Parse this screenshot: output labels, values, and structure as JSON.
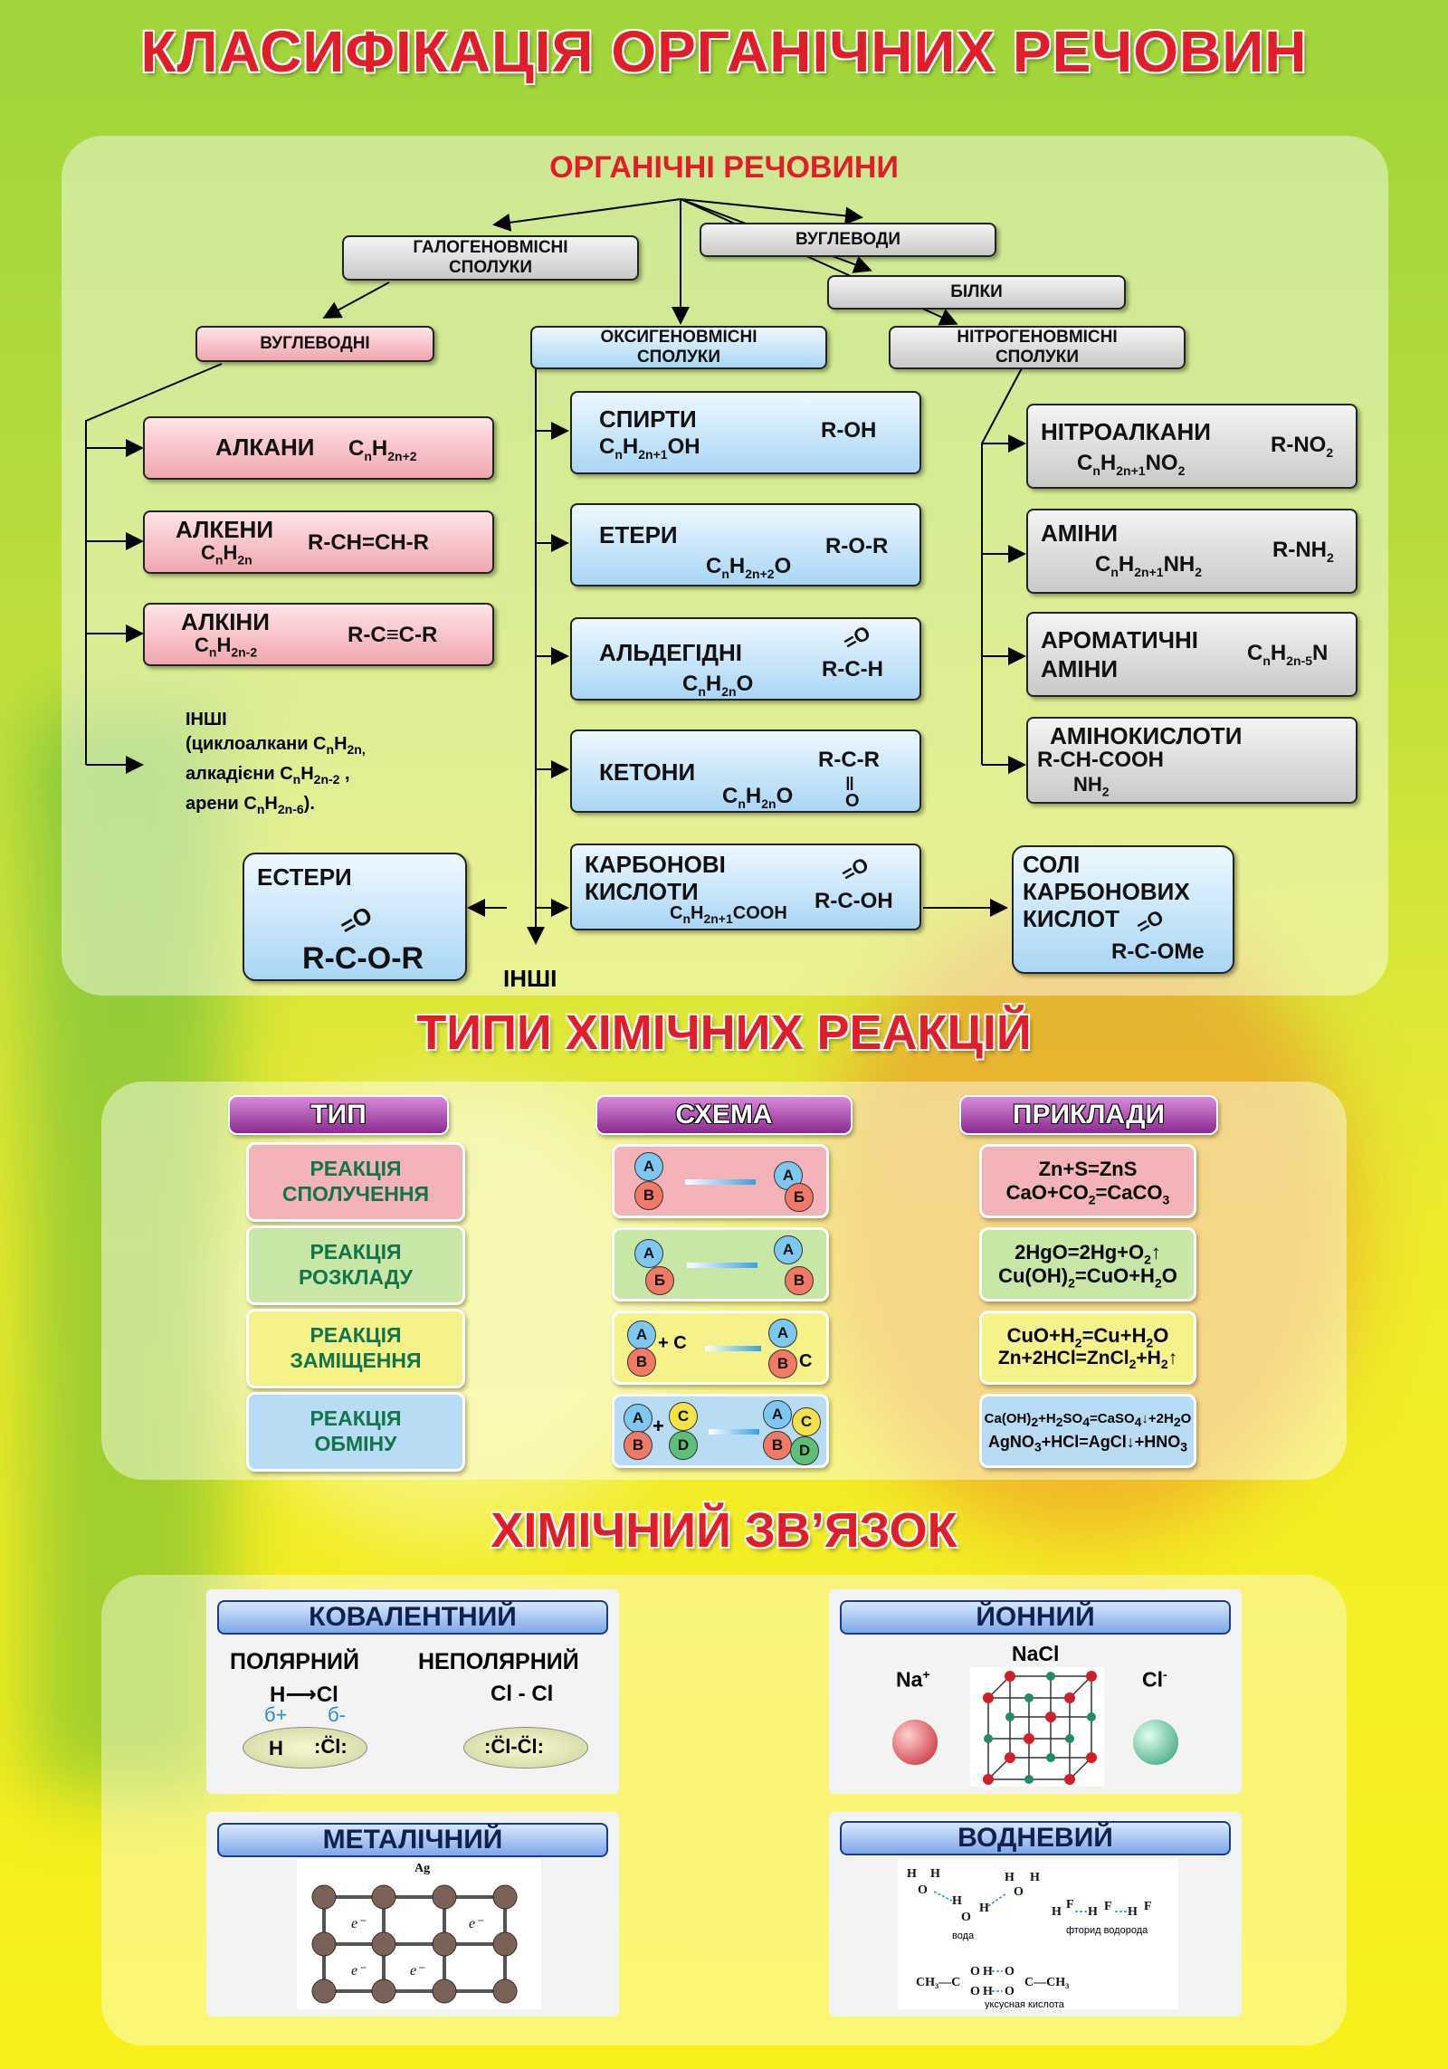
{
  "title": "КЛАСИФІКАЦІЯ ОРГАНІЧНИХ РЕЧОВИН",
  "classification": {
    "root": "ОРГАНІЧНІ РЕЧОВИНИ",
    "halogen": "ГАЛОГЕНОВМІСНІ СПОЛУКИ",
    "carbohydrates": "ВУГЛЕВОДИ",
    "proteins": "БІЛКИ",
    "hydrocarbons": "ВУГЛЕВОДНІ",
    "oxygen": "ОКСИГЕНОВМІСНІ СПОЛУКИ",
    "nitrogen": "НІТРОГЕНОВМІСНІ СПОЛУКИ",
    "alkanes": "АЛКАНИ",
    "alkenes": "АЛКЕНИ",
    "alkenes_formula": "R-CH=CH-R",
    "alkynes": "АЛКІНИ",
    "alkynes_formula": "R-C≡C-R",
    "others_title": "ІНШІ",
    "others_l1": "(циклоалкани C",
    "others_l2": "алкадієни C",
    "others_l3": "арени C",
    "alcohols": "СПИРТИ",
    "alcohols_formula": "R-OH",
    "ethers": "ЕТЕРИ",
    "ethers_formula": "R-O-R",
    "aldehydes": "АЛЬДЕГІДНІ",
    "aldehydes_formula": "R-C-H",
    "ketones": "КЕТОНИ",
    "ketones_formula": "R-C-R",
    "acids_l1": "КАРБОНОВІ",
    "acids_l2": "КИСЛОТИ",
    "acids_formula": "R-C-OH",
    "esters": "ЕСТЕРИ",
    "esters_formula": "R-C-O-R",
    "salts_l1": "СОЛІ",
    "salts_l2": "КАРБОНОВИХ",
    "salts_l3": "КИСЛОТ",
    "salts_formula": "R-C-OMe",
    "others_bottom": "ІНШІ",
    "nitroalkanes": "НІТРОАЛКАНИ",
    "nitroalkanes_formula": "R-NO",
    "amines": "АМІНИ",
    "amines_formula": "R-NH",
    "arom_l1": "АРОМАТИЧНІ",
    "arom_l2": "АМІНИ",
    "amino_l1": "АМІНОКИСЛОТИ",
    "amino_l2": "R-CH-COOH"
  },
  "reactions": {
    "title": "ТИПИ ХІМІЧНИХ РЕАКЦІЙ",
    "col_type": "ТИП",
    "col_scheme": "СХЕМА",
    "col_examples": "ПРИКЛАДИ",
    "rows": [
      {
        "type": "РЕАКЦІЯ СПОЛУЧЕННЯ",
        "color": "#f3b3b8"
      },
      {
        "type": "РЕАКЦІЯ РОЗКЛАДУ",
        "color": "#c8e6a6"
      },
      {
        "type": "РЕАКЦІЯ ЗАМІЩЕННЯ",
        "color": "#f6f28a"
      },
      {
        "type": "РЕАКЦІЯ ОБМІНУ",
        "color": "#b7dcf3"
      }
    ],
    "ex1a": "Zn+S=ZnS",
    "ex2b": "Cu(OH)",
    "ex4b": "AgNO"
  },
  "bonds": {
    "title": "ХІМІЧНИЙ ЗВ’ЯЗОК",
    "covalent": "КОВАЛЕНТНИЙ",
    "polar": "ПОЛЯРНИЙ",
    "nonpolar": "НЕПОЛЯРНИЙ",
    "hcl": "H⟶Cl",
    "delta_plus": "б+",
    "delta_minus": "б-",
    "h": "H",
    "cl_dots": ":C̈l:",
    "clcl": "Cl - Cl",
    "clcl_dots": ":C̈l-C̈l:",
    "ionic": "ЙОННИЙ",
    "nacl": "NaCl",
    "na": "Na",
    "cl": "Cl",
    "metallic": "МЕТАЛІЧНИЙ",
    "ag": "Ag",
    "e": "e",
    "hydrogen": "ВОДНЕВИЙ",
    "water": "вода",
    "hf": "фторид водорода",
    "acetic": "уксусная кислота"
  }
}
